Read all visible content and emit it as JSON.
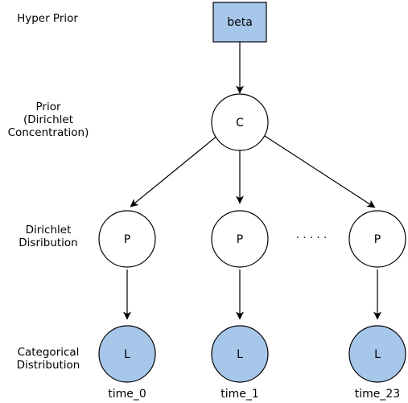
{
  "row_labels": {
    "hyper_prior": "Hyper Prior",
    "prior": [
      "Prior",
      "(Dirichlet",
      "Concentration)"
    ],
    "dirichlet": [
      "Dirichlet",
      "Disribution"
    ],
    "categorical": [
      "Categorical",
      "Distribution"
    ]
  },
  "nodes": {
    "beta": "beta",
    "c": "C",
    "p": "P",
    "l": "L"
  },
  "ellipsis": ". . . . .",
  "time_labels": [
    "time_0",
    "time_1",
    "time_23"
  ],
  "colors": {
    "observed_fill": "#a7c7ea",
    "latent_fill": "#ffffff",
    "stroke": "#000000"
  }
}
